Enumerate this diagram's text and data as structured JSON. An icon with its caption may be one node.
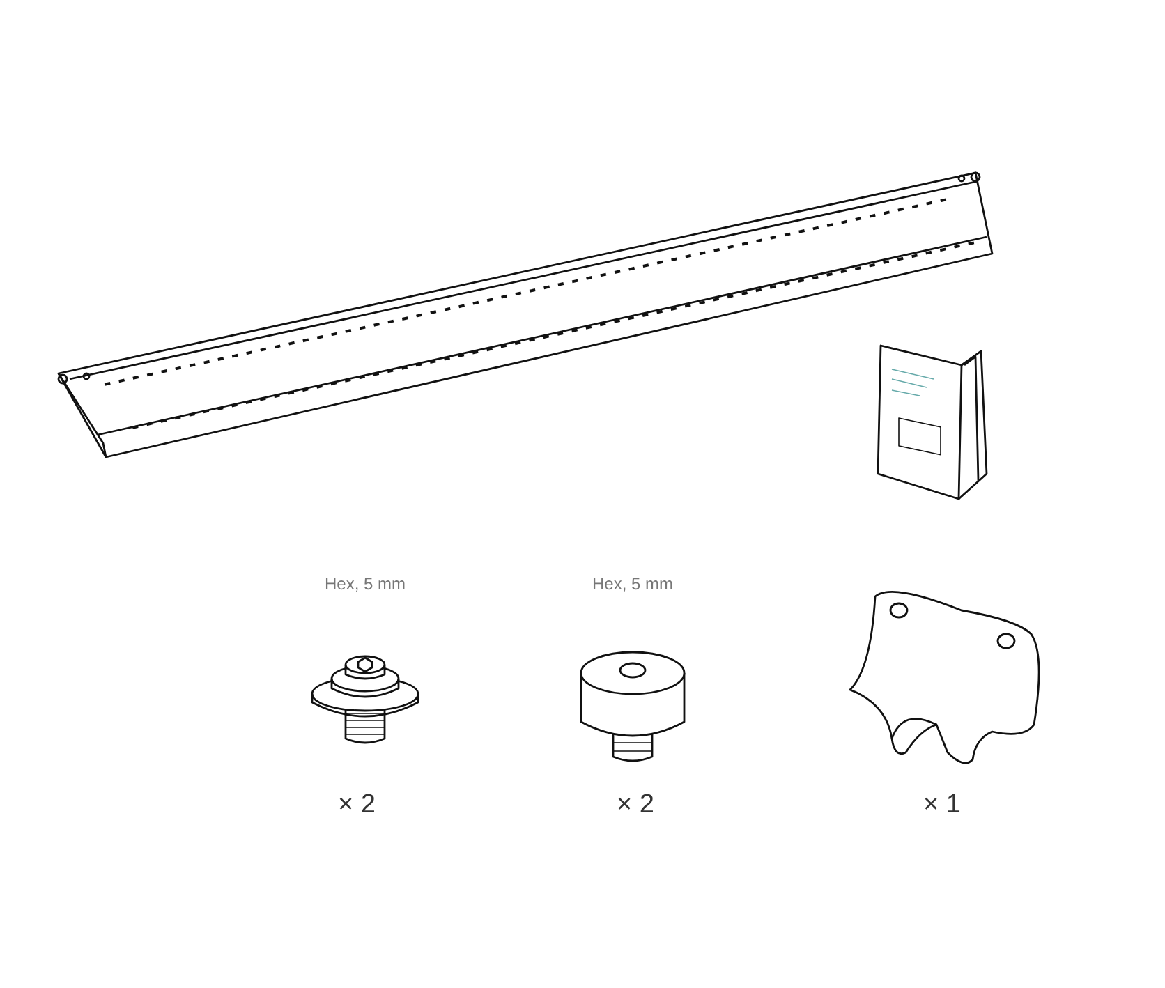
{
  "diagram": {
    "labels": [
      "Hex, 5 mm",
      "Hex, 5 mm",
      "× 2",
      "× 2",
      "× 1"
    ]
  }
}
